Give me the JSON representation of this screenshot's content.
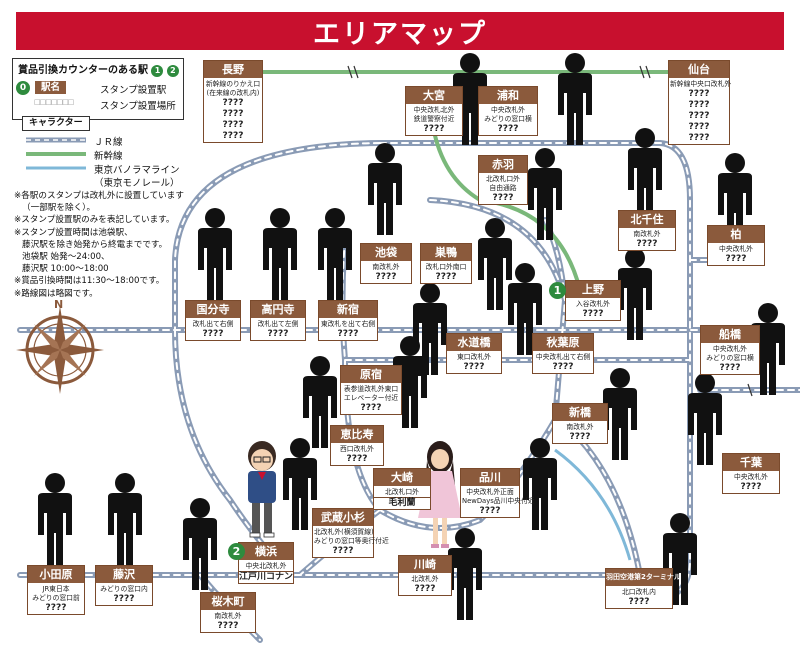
{
  "title": "エリアマップ",
  "legend": {
    "counter_stations": "賞品引換カウンターのある駅",
    "counter_numbers": [
      "1",
      "2"
    ],
    "badge_sample": "0",
    "station_name_sample": "駅名",
    "station_name_desc": "スタンプ設置駅",
    "stamp_place_desc": "スタンプ設置場所",
    "stamp_place_sample": "□□□□□□□",
    "character_sample": "キャラクター",
    "line_jr": "ＪＲ線",
    "line_shinkansen": "新幹線",
    "line_monorail": "東京バノラマライン",
    "line_monorail_sub": "（東京モノレール）"
  },
  "notes": [
    "※各駅のスタンプは改札外に設置しています",
    "（一部駅を除く）。",
    "※スタンプ設置駅のみを表記しています。",
    "※スタンプ設置時間は池袋駅、",
    "藤沢駅を除き始発から終電までです。",
    "池袋駅 始発〜24:00、",
    "藤沢駅 10:00〜18:00",
    "※賞品引換時間は11:30〜18:00です。",
    "※路線図は略図です。"
  ],
  "compass_label": "N",
  "colors": {
    "jr": "#8a9bb5",
    "shinkansen": "#7ab87a",
    "monorail": "#7fb8d8",
    "brown": "#8b5a3c",
    "red": "#c8102e",
    "green": "#2e8b3e"
  },
  "stations": [
    {
      "id": "nagano",
      "name": "長野",
      "exit": "新幹線のりかえ口\n(在来線の改札内)",
      "lines": [
        "????",
        "????",
        "????",
        "????"
      ]
    },
    {
      "id": "omiya",
      "name": "大宮",
      "exit": "中央改札北外\n鉄道警察付近",
      "lines": [
        "????"
      ]
    },
    {
      "id": "urawa",
      "name": "浦和",
      "exit": "中央改札外\nみどりの窓口横",
      "lines": [
        "????"
      ]
    },
    {
      "id": "sendai",
      "name": "仙台",
      "exit": "新幹線中央口改札外",
      "lines": [
        "????",
        "????",
        "????",
        "????",
        "????"
      ]
    },
    {
      "id": "akabane",
      "name": "赤羽",
      "exit": "北改札口外\n自由通路",
      "lines": [
        "????"
      ]
    },
    {
      "id": "kitasenju",
      "name": "北千住",
      "exit": "南改札外",
      "lines": [
        "????"
      ]
    },
    {
      "id": "kashiwa",
      "name": "柏",
      "exit": "中央改札外",
      "lines": [
        "????"
      ]
    },
    {
      "id": "ikebukuro",
      "name": "池袋",
      "exit": "南改札外",
      "lines": [
        "????"
      ]
    },
    {
      "id": "sugamo",
      "name": "巣鴨",
      "exit": "改札口外南口",
      "lines": [
        "????"
      ]
    },
    {
      "id": "ueno",
      "name": "上野",
      "exit": "入谷改札外",
      "lines": [
        "????"
      ]
    },
    {
      "id": "kokubunji",
      "name": "国分寺",
      "exit": "改札出て右側",
      "lines": [
        "????"
      ]
    },
    {
      "id": "koenji",
      "name": "高円寺",
      "exit": "改札出て左側",
      "lines": [
        "????"
      ]
    },
    {
      "id": "shinjuku",
      "name": "新宿",
      "exit": "東改札を出て右側",
      "lines": [
        "????"
      ]
    },
    {
      "id": "funabashi",
      "name": "船橋",
      "exit": "中央改札外\nみどりの窓口横",
      "lines": [
        "????"
      ]
    },
    {
      "id": "suidobashi",
      "name": "水道橋",
      "exit": "東口改札外",
      "lines": [
        "????"
      ]
    },
    {
      "id": "akihabara",
      "name": "秋葉原",
      "exit": "中央改札出て右側",
      "lines": [
        "????"
      ]
    },
    {
      "id": "harajuku",
      "name": "原宿",
      "exit": "表参道改札外東口\nエレベーター付近",
      "lines": [
        "????"
      ]
    },
    {
      "id": "shinbashi",
      "name": "新橋",
      "exit": "南改札外",
      "lines": [
        "????"
      ]
    },
    {
      "id": "chiba",
      "name": "千葉",
      "exit": "中央改札外",
      "lines": [
        "????"
      ]
    },
    {
      "id": "ebisu",
      "name": "恵比寿",
      "exit": "西口改札外",
      "lines": [
        "????"
      ]
    },
    {
      "id": "osaki",
      "name": "大崎",
      "exit": "北改札口外",
      "lines": [],
      "character": "毛利蘭"
    },
    {
      "id": "shinagawa",
      "name": "品川",
      "exit": "中央改札外正面\nNewDays品川中央付近",
      "lines": [
        "????"
      ]
    },
    {
      "id": "musashikosugi",
      "name": "武蔵小杉",
      "exit": "北改札外(横須賀線)\nみどりの窓口等奥行付近",
      "lines": [
        "????"
      ]
    },
    {
      "id": "odawara",
      "name": "小田原",
      "exit": "JR東日本\nみどりの窓口前",
      "lines": [
        "????"
      ]
    },
    {
      "id": "fujisawa",
      "name": "藤沢",
      "exit": "みどりの窓口内",
      "lines": [
        "????"
      ]
    },
    {
      "id": "yokohama",
      "name": "横浜",
      "exit": "中央北改札外",
      "lines": [],
      "character": "江戸川コナン"
    },
    {
      "id": "kawasaki",
      "name": "川崎",
      "exit": "北改札外",
      "lines": [
        "????"
      ]
    },
    {
      "id": "haneda",
      "name": "羽田空港第2ターミナル",
      "exit": "北口改札内",
      "lines": [
        "????"
      ]
    },
    {
      "id": "sakuragicho",
      "name": "桜木町",
      "exit": "南改札外",
      "lines": [
        "????"
      ]
    }
  ],
  "counters": [
    {
      "num": "1",
      "station": "ueno"
    },
    {
      "num": "2",
      "station": "yokohama"
    }
  ]
}
